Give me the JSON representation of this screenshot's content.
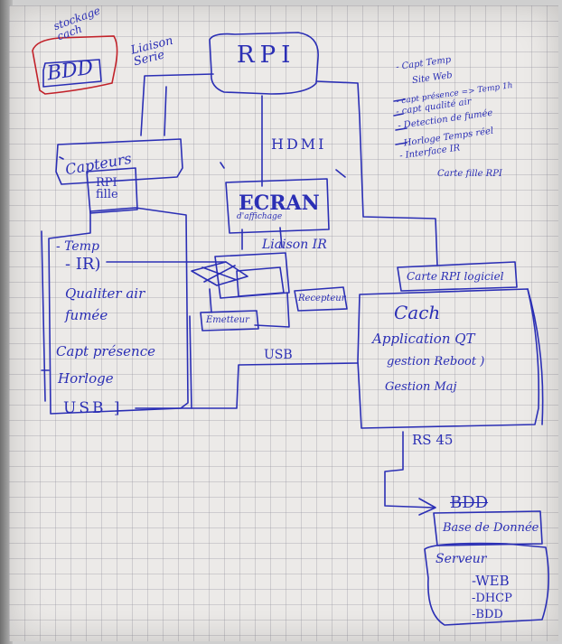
{
  "texts": {
    "stockage_cach": "stockage\ncach",
    "bdd_top": "BDD",
    "liaison_serie": "Liaison\nSerie",
    "rpi": "RPI",
    "hdmi": "HDMI",
    "capteurs": "Capteurs",
    "rpi_fille": "RPI\nfille",
    "ecran": "ECRAN",
    "ecran_sub": "d'affichage",
    "liaison_ir": "Liaison IR",
    "recepteur": "Recepteur",
    "emetteur": "Emetteur",
    "temp": "- Temp",
    "ir": "- IR)",
    "qualite_air": "Qualiter air",
    "fumee": "fumée",
    "capt_presence": "Capt présence",
    "horloge": "Horloge",
    "usb_left": "USB ]",
    "usb_mid": "USB",
    "carte_rpi_logiciel": "Carte RPI logiciel",
    "cach": "Cach",
    "application_qt": "Application QT",
    "gestion_reboot": "gestion Reboot )",
    "gestion_maj": "Gestion Maj",
    "rs45": "RS 45",
    "bdd_bottom": "BDD",
    "base_de_donnee": "Base de Donnée",
    "serveur": "Serveur",
    "web": "-WEB",
    "dhcp": "-DHCP",
    "bdd_srv": "-BDD",
    "notes": [
      "- Capt Temp",
      "Site Web",
      "- capt présence => Temp 1h",
      "- capt qualité air",
      "- Detection de fumée",
      "- Horloge Temps réel",
      "- Interface IR",
      "Carte fille RPI"
    ]
  }
}
